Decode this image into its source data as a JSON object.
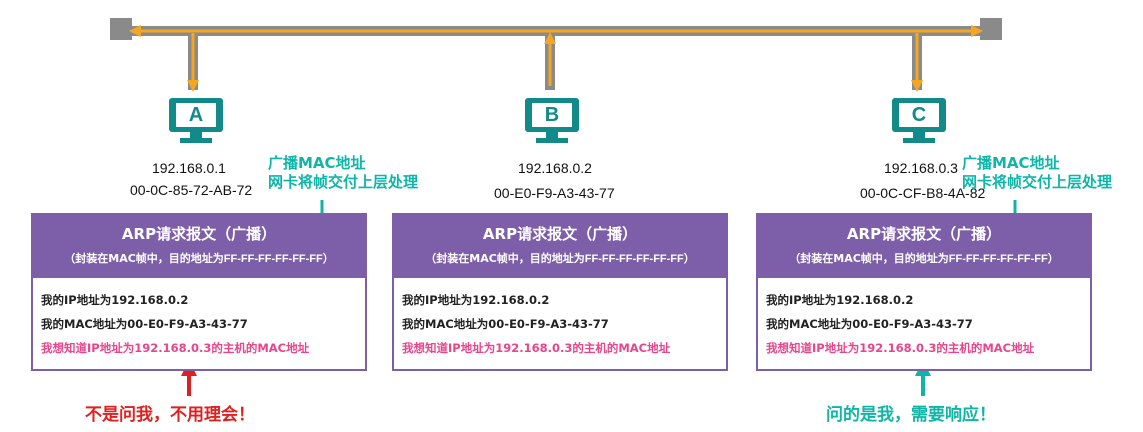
{
  "colors": {
    "bus": "#8a8a8a",
    "signal": "#f4a623",
    "computer": "#138a8a",
    "teal_text": "#0fb5a7",
    "purple": "#7d5ea8",
    "highlight": "#e8458c",
    "red_arrow": "#e02020"
  },
  "hosts": [
    {
      "label": "A",
      "ip": "192.168.0.1",
      "mac": "00-0C-85-72-AB-72"
    },
    {
      "label": "B",
      "ip": "192.168.0.2",
      "mac": "00-E0-F9-A3-43-77"
    },
    {
      "label": "C",
      "ip": "192.168.0.3",
      "mac": "00-0C-CF-B8-4A-82"
    }
  ],
  "notes": {
    "line1": "广播MAC地址",
    "line2": "网卡将帧交付上层处理"
  },
  "arp": {
    "title": "ARP请求报文（广播）",
    "subtitle_prefix": "（封装在MAC帧中，目的地址为",
    "subtitle_addr": "FF-FF-FF-FF-FF-FF",
    "subtitle_suffix": "）",
    "ip_prefix": "我的IP地址为",
    "ip_value": "192.168.0.2",
    "mac_prefix": "我的MAC地址为",
    "mac_value": "00-E0-F9-A3-43-77",
    "want_prefix": "我想知道IP地址为",
    "want_ip": "192.168.0.3",
    "want_suffix": "的主机的MAC地址"
  },
  "responses": {
    "a": "不是问我，不用理会！",
    "c": "问的是我，需要响应！"
  }
}
